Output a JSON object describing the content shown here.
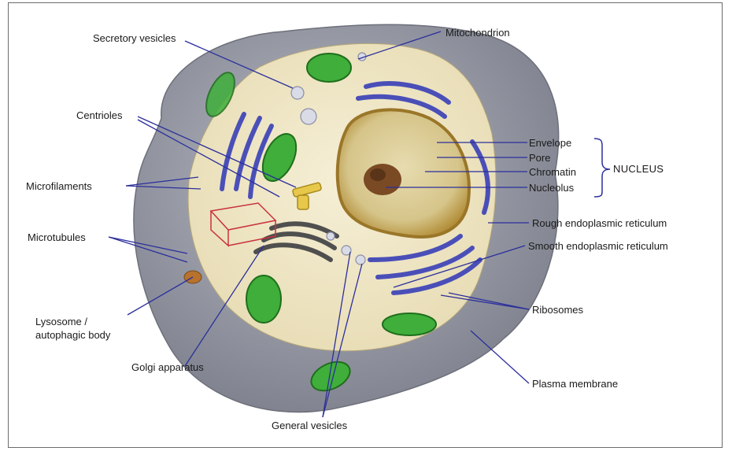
{
  "diagram": {
    "labels": {
      "secretory_vesicles": "Secretory vesicles",
      "mitochondrion": "Mitochondrion",
      "centrioles": "Centrioles",
      "envelope": "Envelope",
      "pore": "Pore",
      "chromatin": "Chromatin",
      "nucleolus": "Nucleolus",
      "nucleus": "NUCLEUS",
      "microfilaments": "Microfilaments",
      "rough_er": "Rough endoplasmic reticulum",
      "microtubules": "Microtubules",
      "smooth_er": "Smooth endoplasmic reticulum",
      "lysosome_line1": "Lysosome /",
      "lysosome_line2": "autophagic body",
      "ribosomes": "Ribosomes",
      "golgi": "Golgi apparatus",
      "plasma_membrane": "Plasma membrane",
      "general_vesicles": "General vesicles"
    },
    "colors": {
      "leader_line": "#2b2f9c",
      "cytoplasm": "#f1e9c8",
      "membrane": "#8c8f99",
      "mitochondria": "#3fae3a",
      "er": "#4a4fb8",
      "nucleus": "#c9a24a",
      "golgi": "#555555"
    }
  }
}
